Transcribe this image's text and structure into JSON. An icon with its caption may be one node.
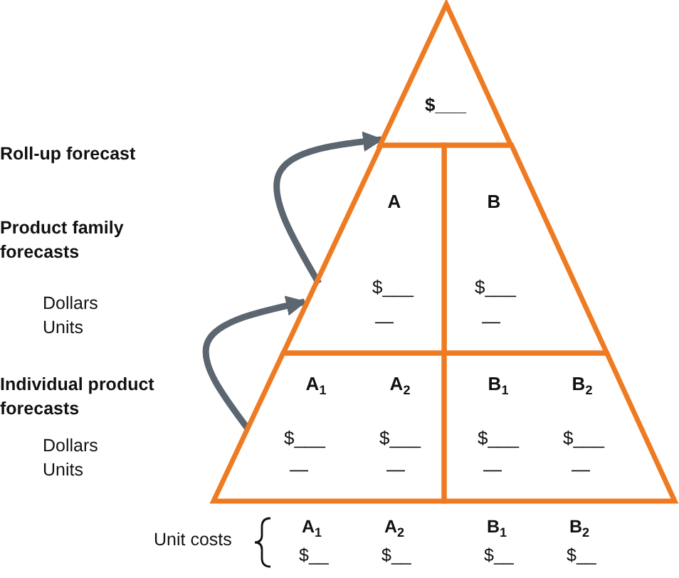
{
  "diagram": {
    "nodes": [
      {
        "text": [
          "$___"
        ]
      },
      {
        "text": [
          "A",
          "$___",
          "—"
        ]
      },
      {
        "text": [
          "B",
          "$___",
          "—"
        ]
      },
      {
        "text": [
          "A$_{1}$",
          "A$_{2}$",
          "$___",
          "$___",
          "—",
          "—"
        ]
      },
      {
        "text": [
          "B$_{1}$",
          "B$_{2}$",
          "$___",
          "$___",
          "—",
          "—"
        ]
      }
    ],
    "edges": [
      {
        "from": 3,
        "to": 1,
        "arrow": "to"
      },
      {
        "from": 1,
        "to": 0,
        "arrow": "to"
      }
    ],
    "labels": [
      "Roll-up forecast",
      "Product family forecasts",
      "Dollars",
      "Units",
      "Individual product forecasts",
      "Dollars",
      "Units",
      "Unit costs",
      "A$_{1}$",
      "A$_{2}$",
      "B$_{1}$",
      "B$_{2}$",
      "$__",
      "$__",
      "$__",
      "$__"
    ]
  }
}
